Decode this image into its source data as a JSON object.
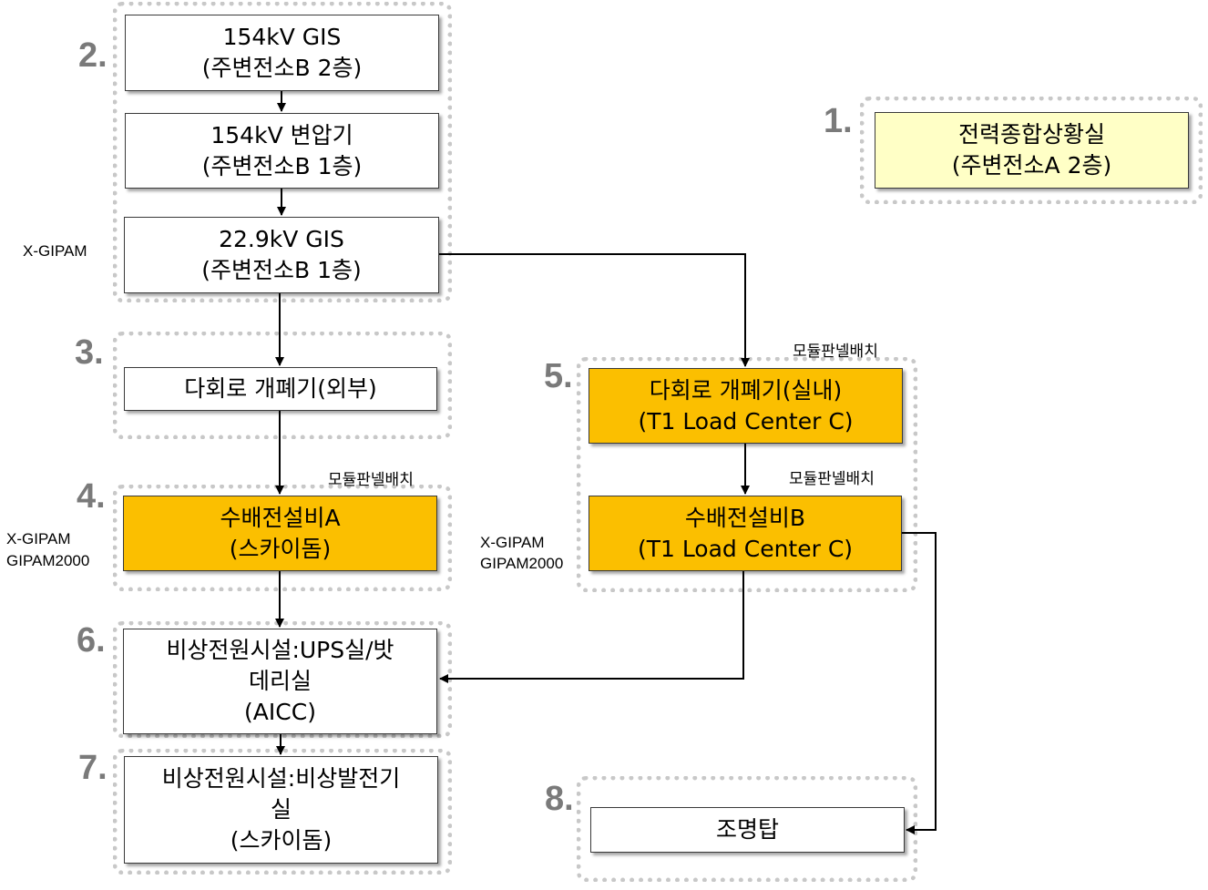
{
  "groups": {
    "g1": {
      "number": "1."
    },
    "g2": {
      "number": "2."
    },
    "g3": {
      "number": "3."
    },
    "g4": {
      "number": "4."
    },
    "g5": {
      "number": "5."
    },
    "g6": {
      "number": "6."
    },
    "g7": {
      "number": "7."
    },
    "g8": {
      "number": "8."
    }
  },
  "nodes": {
    "control_room": {
      "line1": "전력종합상황실",
      "line2": "(주변전소A 2층)"
    },
    "gis_154": {
      "line1": "154kV GIS",
      "line2": "(주변전소B 2층)"
    },
    "transformer_154": {
      "line1": "154kV 변압기",
      "line2": "(주변전소B 1층)"
    },
    "gis_229": {
      "line1": "22.9kV GIS",
      "line2": "(주변전소B 1층)"
    },
    "switch_outdoor": {
      "line1": "다회로 개폐기(외부)"
    },
    "switch_indoor": {
      "line1": "다회로 개폐기(실내)",
      "line2": "(T1 Load Center C)"
    },
    "power_a": {
      "line1": "수배전설비A",
      "line2": "(스카이돔)"
    },
    "power_b": {
      "line1": "수배전설비B",
      "line2": "(T1 Load Center C)"
    },
    "ups_room": {
      "line1": "비상전원시설:UPS실/밧",
      "line2": "데리실",
      "line3": "(AICC)"
    },
    "generator_room": {
      "line1": "비상전원시설:비상발전기",
      "line2": "실",
      "line3": "(스카이돔)"
    },
    "light_tower": {
      "line1": "조명탑"
    }
  },
  "side_labels": {
    "gis_229": "X-GIPAM",
    "power_a_1": "X-GIPAM",
    "power_a_2": "GIPAM2000",
    "power_b_1": "X-GIPAM",
    "power_b_2": "GIPAM2000"
  },
  "tags": {
    "module_a": "모듈판넬배치",
    "module_indoor": "모듈판넬배치",
    "module_b": "모듈판넬배치"
  },
  "colors": {
    "orange_fill": "#fbbf00",
    "yellow_fill": "#ffffc6",
    "group_border": "#c8c8c8",
    "number_text": "#7a7a7a"
  }
}
